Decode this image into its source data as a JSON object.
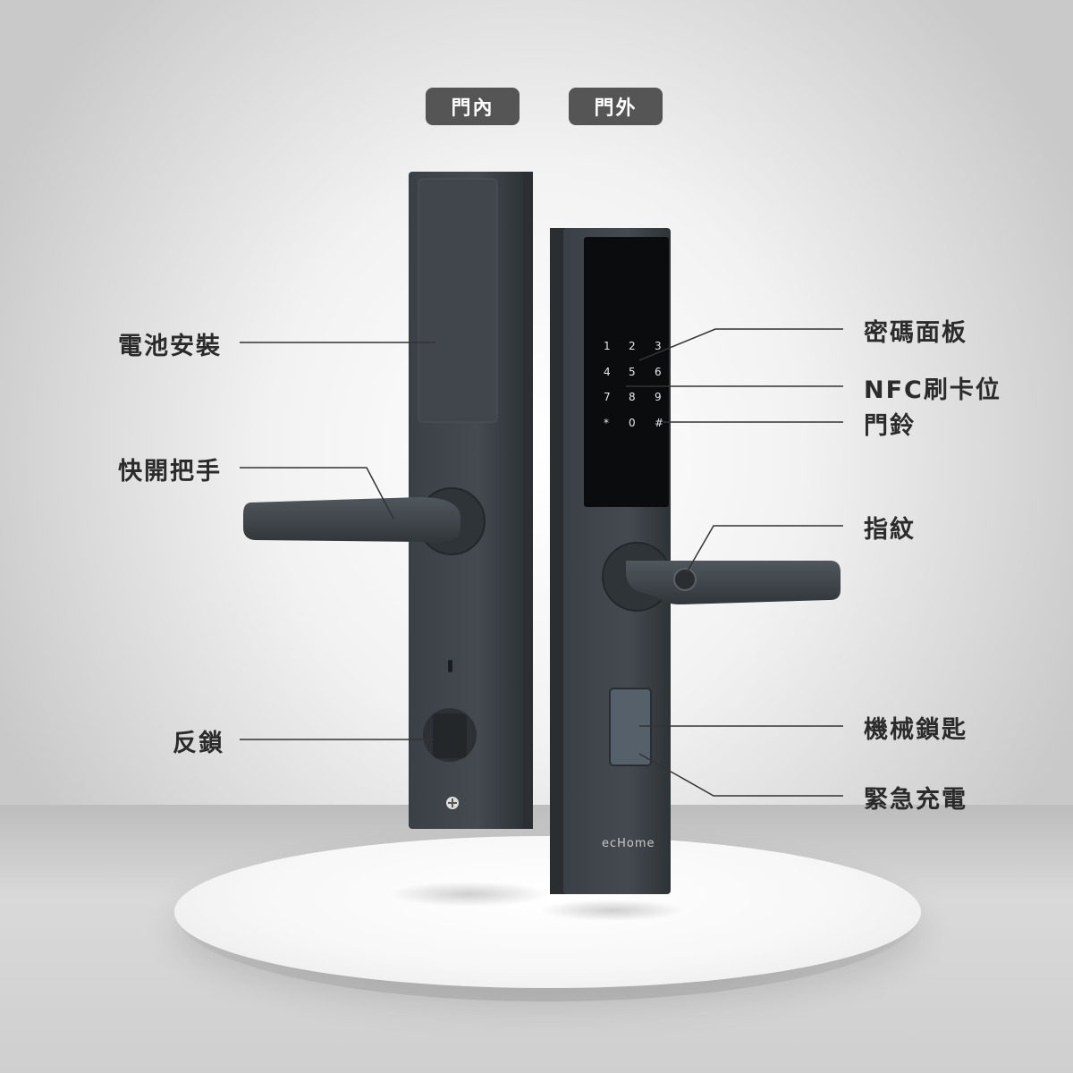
{
  "tags": {
    "inside": "門內",
    "outside": "門外"
  },
  "labels": {
    "battery": "電池安裝",
    "quick_handle": "快開把手",
    "deadbolt": "反鎖",
    "keypad": "密碼面板",
    "nfc": "NFC刷卡位",
    "doorbell": "門鈴",
    "fingerprint": "指紋",
    "mech_key": "機械鎖匙",
    "emergency": "緊急充電"
  },
  "keypad": [
    "1",
    "2",
    "3",
    "4",
    "5",
    "6",
    "7",
    "8",
    "9",
    "*",
    "0",
    "#"
  ],
  "brand": "ecHome",
  "colors": {
    "lock_body": "#3a3f44",
    "tag_bg": "#555555",
    "line": "#333333"
  }
}
